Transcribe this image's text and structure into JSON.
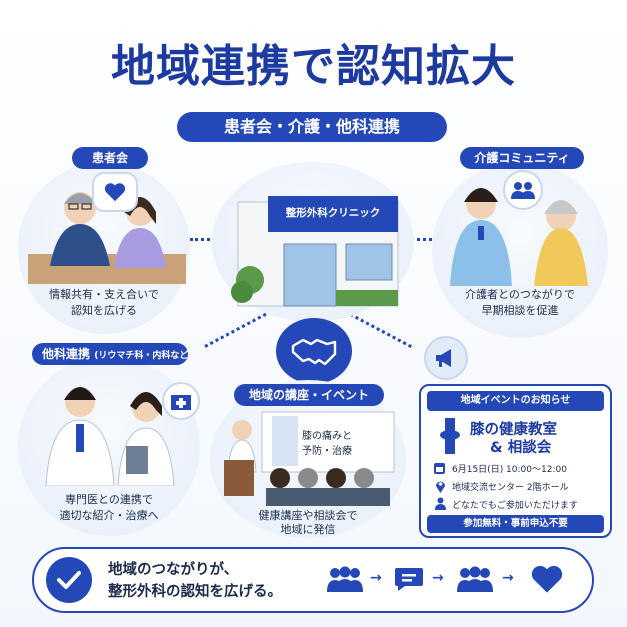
{
  "title": "地域連携で認知拡大",
  "subtitle": "患者会・介護・他科連携",
  "colors": {
    "primary": "#2548b8",
    "dark": "#1c3aa0",
    "light_bg": "#e6eef9"
  },
  "clinic": {
    "sign": "整形外科クリニック"
  },
  "patient_group": {
    "label": "患者会",
    "caption_line1": "情報共有・支え合いで",
    "caption_line2": "認知を広げる",
    "icon": "heart-icon"
  },
  "care_community": {
    "label": "介護コミュニティ",
    "caption_line1": "介護者とのつながりで",
    "caption_line2": "早期相談を促進",
    "icon": "people-icon"
  },
  "other_dept": {
    "label": "他科連携",
    "label_note": "(リウマチ科・内科など)",
    "caption_line1": "専門医との連携で",
    "caption_line2": "適切な紹介・治療へ",
    "icon": "hospital-icon"
  },
  "seminar": {
    "label": "地域の講座・イベント",
    "board_line1": "膝の痛みと",
    "board_line2": "予防・治療",
    "caption_line1": "健康講座や相談会で",
    "caption_line2": "地域に発信"
  },
  "center_icon": "handshake-icon",
  "megaphone_icon": "megaphone-icon",
  "notice": {
    "header": "地域イベントのお知らせ",
    "title_line1": "膝の健康教室",
    "title_line2": "& 相談会",
    "date": "6月15日(日) 10:00～12:00",
    "place": "地域交流センター 2階ホール",
    "who": "どなたでもご参加いただけます",
    "footer": "参加無料・事前申込不要"
  },
  "bottom": {
    "line1": "地域のつながりが、",
    "line2": "整形外科の認知を広げる。",
    "flow_icons": [
      "people-group-icon",
      "chat-icon",
      "people-group-icon",
      "heart-icon"
    ]
  }
}
